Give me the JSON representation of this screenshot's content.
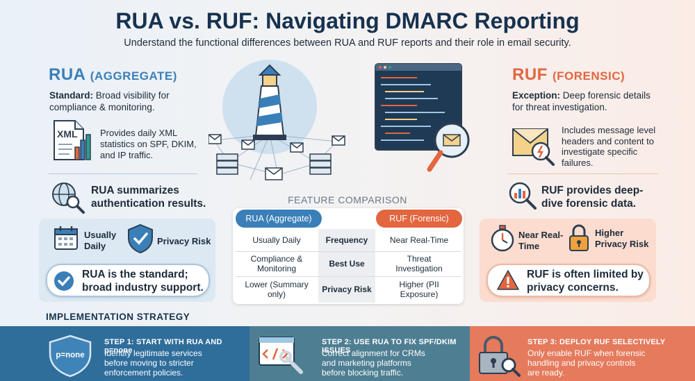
{
  "title": "RUA vs. RUF: Navigating DMARC Reporting",
  "subtitle": "Understand the functional differences between RUA and RUF reports and their role in email security.",
  "rua": {
    "title_main": "RUA",
    "title_sub": "(AGGREGATE)",
    "standard_label": "Standard:",
    "standard_text": "Broad visibility for compliance & monitoring.",
    "xml_icon_label": "XML",
    "provides": "Provides daily XML statistics on SPF, DKIM, and IP traffic.",
    "summary": "RUA summarizes authentication results.",
    "frequency_label": "Usually Daily",
    "privacy_label": "Privacy Risk",
    "callout": "RUA is the standard; broad industry support."
  },
  "ruf": {
    "title_main": "RUF",
    "title_sub": "(FORENSIC)",
    "exception_label": "Exception:",
    "exception_text": "Deep forensic details for threat investigation.",
    "includes": "Includes message level headers and content to investigate specific failures.",
    "summary": "RUF provides deep-dive forensic data.",
    "frequency_label": "Near Real-Time",
    "privacy_label": "Higher Privacy Risk",
    "callout": "RUF is often limited by privacy concerns."
  },
  "comparison": {
    "title": "FEATURE COMPARISON",
    "col_left": "RUA (Aggregate)",
    "col_right": "RUF (Forensic)",
    "rows": [
      {
        "left": "Usually Daily",
        "feature": "Frequency",
        "right": "Near Real-Time"
      },
      {
        "left": "Compliance & Monitoring",
        "feature": "Best Use",
        "right": "Threat Investigation"
      },
      {
        "left": "Lower (Summary only)",
        "feature": "Privacy Risk",
        "right": "Higher (PII Exposure)"
      }
    ]
  },
  "implementation": {
    "title": "IMPLEMENTATION STRATEGY",
    "steps": [
      {
        "heading": "STEP 1: START WITH RUA AND p=none",
        "text": "Identify legitimate services before moving to stricter enforcement policies.",
        "icon_label": "p=none"
      },
      {
        "heading": "STEP 2: USE RUA TO FIX SPF/DKIM ISSUES",
        "text": "Correct alignment for CRMs and marketing platforms before blocking traffic."
      },
      {
        "heading": "STEP 3: DEPLOY RUF SELECTIVELY",
        "text": "Only enable RUF when forensic handling and privacy controls are ready."
      }
    ]
  },
  "colors": {
    "rua_accent": "#3a7fb8",
    "ruf_accent": "#e2663f",
    "navy": "#17324f"
  }
}
